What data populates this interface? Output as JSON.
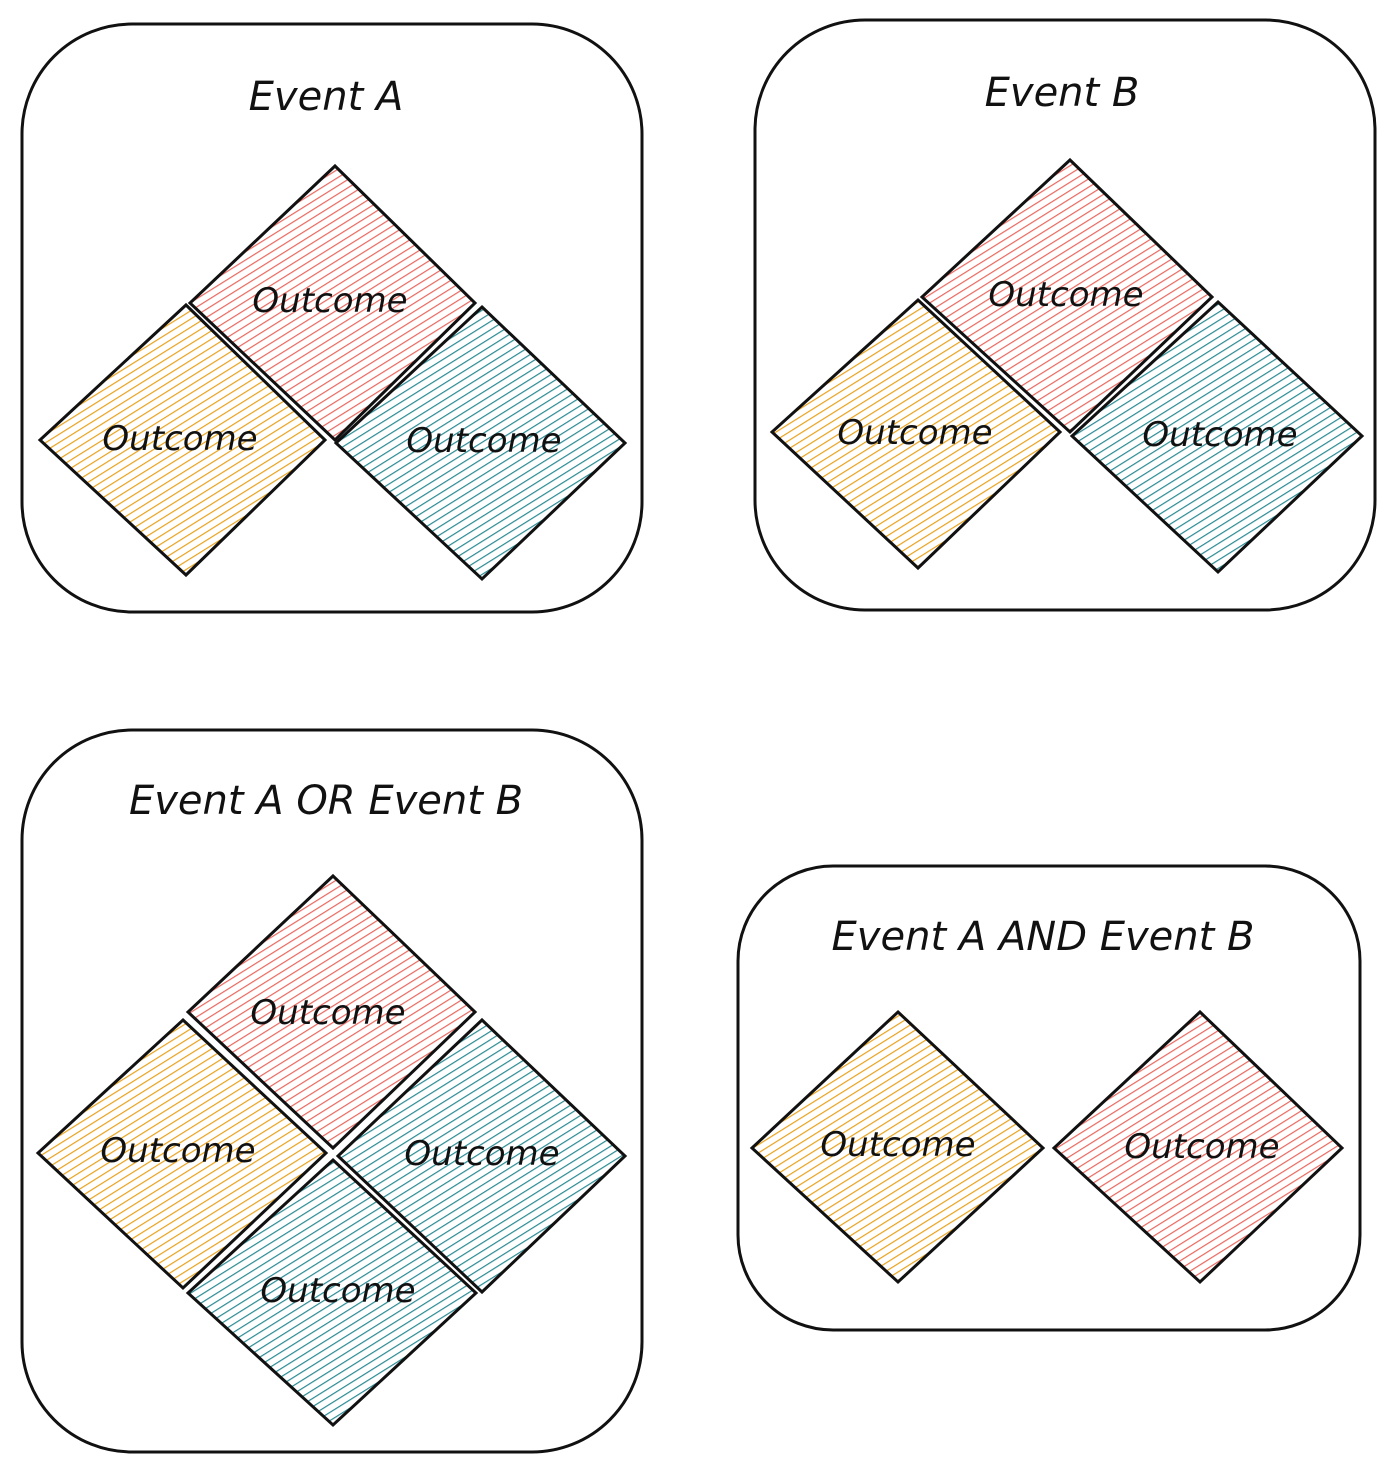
{
  "colors": {
    "red": "#e8685f",
    "orange": "#e8a21e",
    "teal": "#2a8a93",
    "stroke": "#111111",
    "background": "#ffffff"
  },
  "panels": [
    {
      "title": "Event A",
      "outcomes": [
        {
          "label": "Outcome",
          "color": "red"
        },
        {
          "label": "Outcome",
          "color": "orange"
        },
        {
          "label": "Outcome",
          "color": "teal"
        }
      ]
    },
    {
      "title": "Event B",
      "outcomes": [
        {
          "label": "Outcome",
          "color": "red"
        },
        {
          "label": "Outcome",
          "color": "orange"
        },
        {
          "label": "Outcome",
          "color": "teal"
        }
      ]
    },
    {
      "title": "Event A OR Event B",
      "outcomes": [
        {
          "label": "Outcome",
          "color": "red"
        },
        {
          "label": "Outcome",
          "color": "orange"
        },
        {
          "label": "Outcome",
          "color": "teal"
        },
        {
          "label": "Outcome",
          "color": "teal"
        }
      ]
    },
    {
      "title": "Event A AND Event B",
      "outcomes": [
        {
          "label": "Outcome",
          "color": "orange"
        },
        {
          "label": "Outcome",
          "color": "red"
        }
      ]
    }
  ]
}
